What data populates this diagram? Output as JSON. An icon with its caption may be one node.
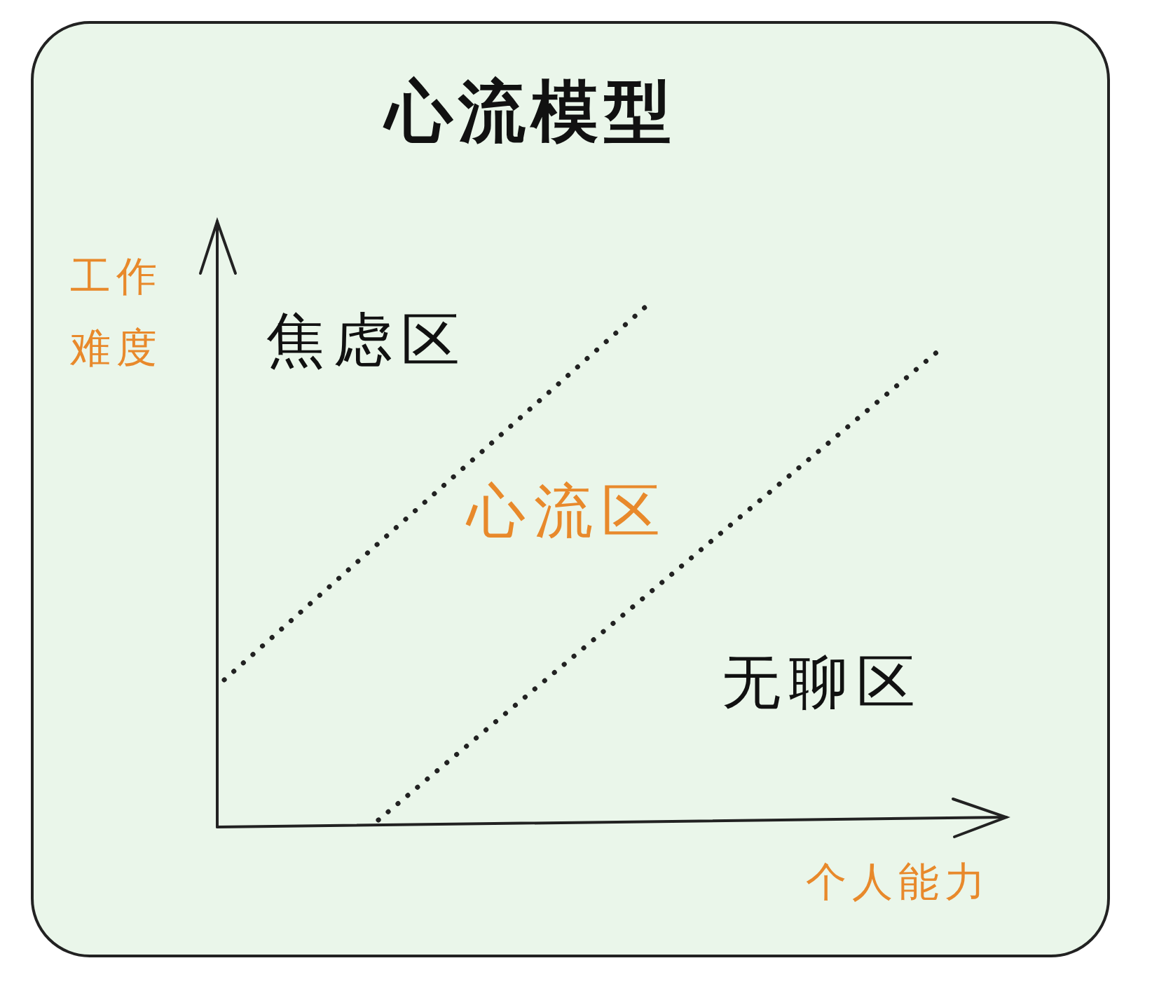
{
  "diagram": {
    "title": "心流模型",
    "labels": [
      "工作难度",
      "焦虑区",
      "心流区",
      "无聊区",
      "个人能力"
    ]
  }
}
